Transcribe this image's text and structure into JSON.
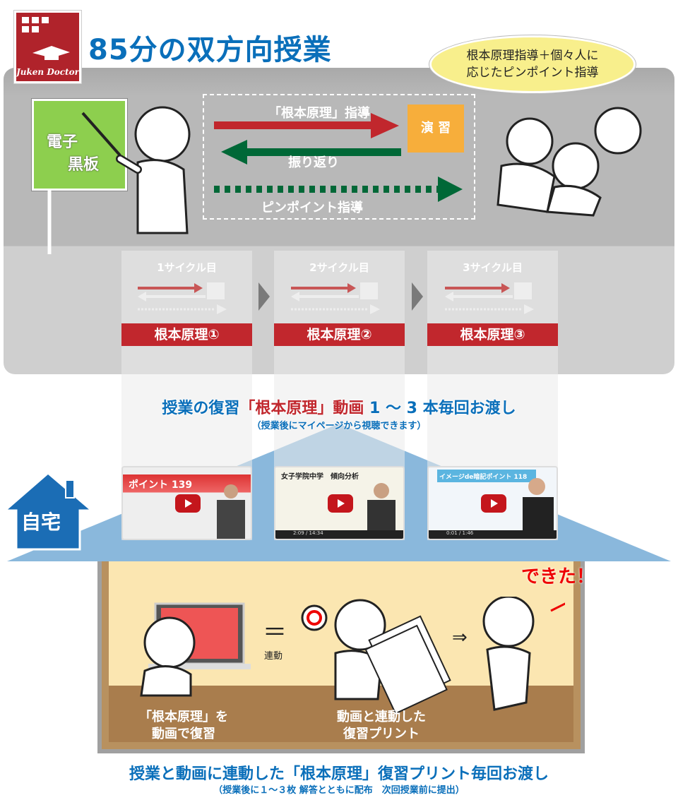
{
  "header": {
    "logo": "Juken Doctor",
    "title": "85分の双方向授業"
  },
  "bubble": {
    "line1": "根本原理指導＋個々人に",
    "line2": "応じたピンポイント指導"
  },
  "board": {
    "line1": "電子",
    "line2": "黒板"
  },
  "flow": {
    "forward": "「根本原理」指導",
    "practice": "演 習",
    "back": "振り返り",
    "pinpoint": "ピンポイント指導"
  },
  "cycles": [
    {
      "label": "1サイクル目",
      "band": "根本原理①"
    },
    {
      "label": "2サイクル目",
      "band": "根本原理②"
    },
    {
      "label": "3サイクル目",
      "band": "根本原理③"
    }
  ],
  "video_notice": {
    "pre": "授業の復習",
    "mid": "「根本原理」動画",
    "post": " 1 ～ 3 本毎回お渡し",
    "sub": "（授業後にマイページから視聴できます）"
  },
  "videos": [
    {
      "caption": "ポイント 139",
      "time": ""
    },
    {
      "caption": "女子学院中学　傾向分析",
      "time": "2:09 / 14:34"
    },
    {
      "caption": "イメージde暗記ポイント 118",
      "time": "0:01 / 1:46"
    }
  ],
  "home": {
    "label": "自宅"
  },
  "room": {
    "equals": "＝",
    "linked": "連動",
    "arrow": "⇒",
    "done": "できた！",
    "cap1a": "「根本原理」を",
    "cap1b": "動画で復習",
    "cap2a": "動画と連動した",
    "cap2b": "復習プリント"
  },
  "print_notice": {
    "main": "授業と動画に連動した「根本原理」復習プリント毎回お渡し",
    "sub": "（授業後に１～３枚 解答とともに配布　次回授業前に提出）"
  },
  "colors": {
    "blue": "#0a6fba",
    "red": "#c1272d",
    "green": "#006837",
    "orange": "#f7ae3b"
  }
}
